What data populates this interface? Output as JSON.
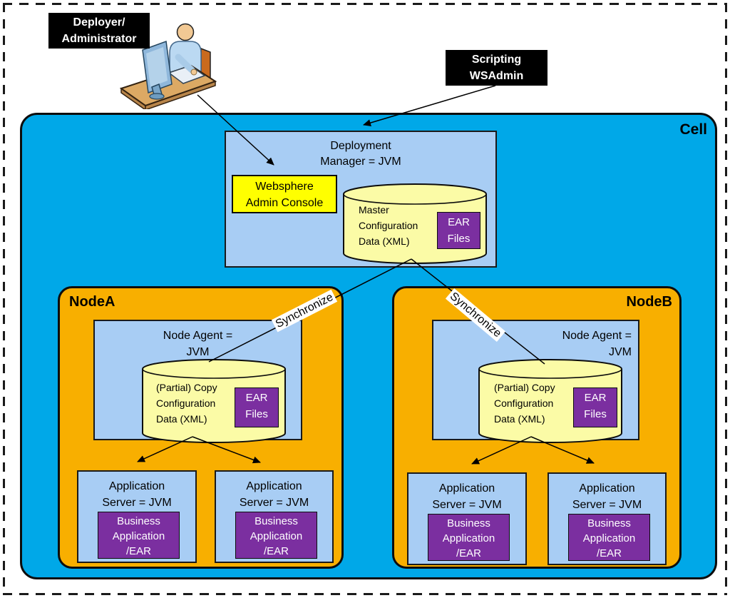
{
  "actors": {
    "deployer": {
      "label": "Deployer/\nAdministrator"
    },
    "scripting": {
      "label": "Scripting\nWSAdmin"
    }
  },
  "cell": {
    "label": "Cell",
    "sync_label": "Synchronize",
    "deployment_manager": {
      "title": "Deployment\nManager = JVM",
      "admin_console_label": "Websphere\nAdmin Console",
      "master_config_label": "Master\nConfiguration\nData (XML)",
      "ear_files_label": "EAR\nFiles"
    },
    "nodes": [
      {
        "label": "NodeA",
        "agent_title": "Node Agent =\nJVM",
        "config_label": "(Partial) Copy\nConfiguration\nData (XML)",
        "ear_files_label": "EAR\nFiles",
        "servers": [
          {
            "title": "Application\nServer = JVM",
            "app_label": "Business\nApplication\n/EAR"
          },
          {
            "title": "Application\nServer = JVM",
            "app_label": "Business\nApplication\n/EAR"
          }
        ]
      },
      {
        "label": "NodeB",
        "agent_title": "Node Agent =\nJVM",
        "config_label": "(Partial) Copy\nConfiguration\nData (XML)",
        "ear_files_label": "EAR\nFiles",
        "servers": [
          {
            "title": "Application\nServer = JVM",
            "app_label": "Business\nApplication\n/EAR"
          },
          {
            "title": "Application\nServer = JVM",
            "app_label": "Business\nApplication\n/EAR"
          }
        ]
      }
    ]
  },
  "colors": {
    "cell_fill": "#00A8E8",
    "node_fill": "#F8AF00",
    "jvm_box_fill": "#A8CDF4",
    "cylinder_fill": "#FBFBA6",
    "console_fill": "#FFFF00",
    "ear_fill": "#7B2FA0",
    "label_box_fill": "#000000",
    "label_box_text": "#FFFFFF",
    "sync_label_bg": "#FFFFFF"
  }
}
